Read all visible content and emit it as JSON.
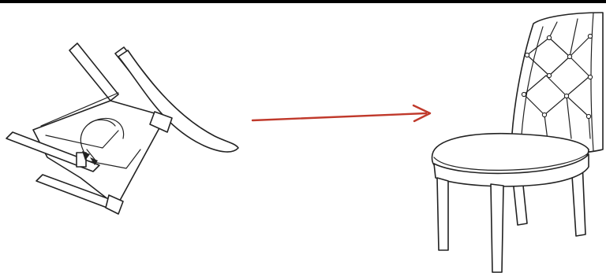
{
  "figure": {
    "kind": "assembly-instruction",
    "steps": [
      {
        "state": "upside-down chair, seat being fastened",
        "icon": "rotate-arrow-icon"
      },
      {
        "state": "upright tufted dining chair",
        "icon": "chair-upright-icon"
      }
    ],
    "arrow": {
      "color": "#c0392b",
      "direction": "right"
    },
    "colors": {
      "line": "#222222",
      "background": "#ffffff",
      "rule": "#000000"
    }
  }
}
